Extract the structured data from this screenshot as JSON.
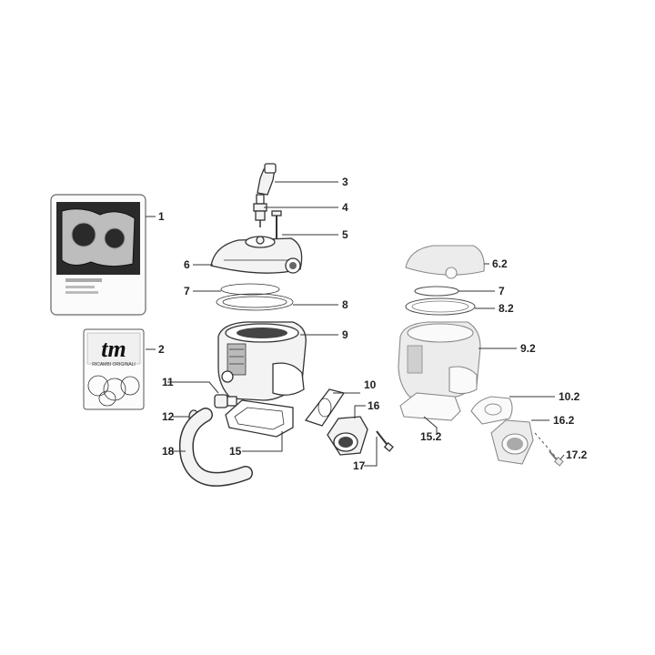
{
  "labels": {
    "l1": "1",
    "l2": "2",
    "l3": "3",
    "l4": "4",
    "l5": "5",
    "l6": "6",
    "l7": "7",
    "l8": "8",
    "l9": "9",
    "l10": "10",
    "l11": "11",
    "l12": "12",
    "l15": "15",
    "l16": "16",
    "l17": "17",
    "l18": "18",
    "l6_2": "6.2",
    "l7b": "7",
    "l8_2": "8.2",
    "l9_2": "9.2",
    "l10_2": "10.2",
    "l15_2": "15.2",
    "l16_2": "16.2",
    "l17_2": "17.2"
  },
  "package": {
    "brand": "tm",
    "brand_caption": "RICAMBI ORIGINALI"
  }
}
